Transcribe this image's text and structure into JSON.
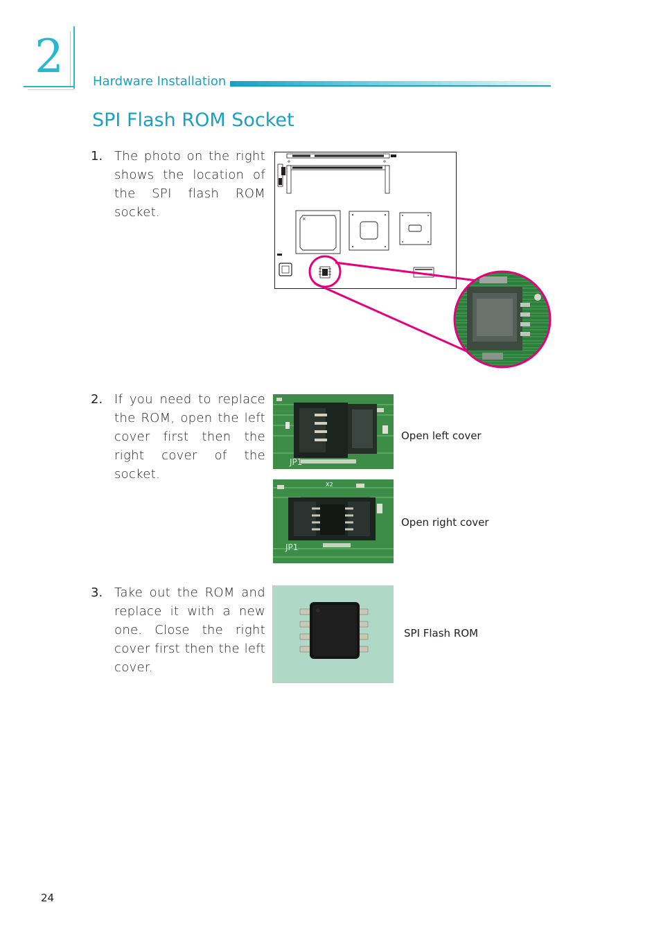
{
  "header": {
    "chapter_number": "2",
    "section_label": "Hardware Installation"
  },
  "title": "SPI Flash ROM Socket",
  "steps": [
    {
      "number": "1.",
      "text": "The photo on the right shows the location of the SPI flash ROM socket."
    },
    {
      "number": "2.",
      "text": "If you need to replace the ROM, open the left cover first then the right cover of the socket."
    },
    {
      "number": "3.",
      "text": "Take out the ROM and replace it with a new one. Close the right cover first then the left cover."
    }
  ],
  "captions": {
    "open_left": "Open  left  cover",
    "open_right": "Open  right  cover",
    "spi_rom": "SPI  Flash  ROM"
  },
  "photo_labels": {
    "jp1": "JP1",
    "x2": "X2"
  },
  "colors": {
    "accent": "#1aa0c4",
    "highlight": "#e5007e",
    "pcb_green": "#2f7a3a"
  },
  "page_number": "24"
}
